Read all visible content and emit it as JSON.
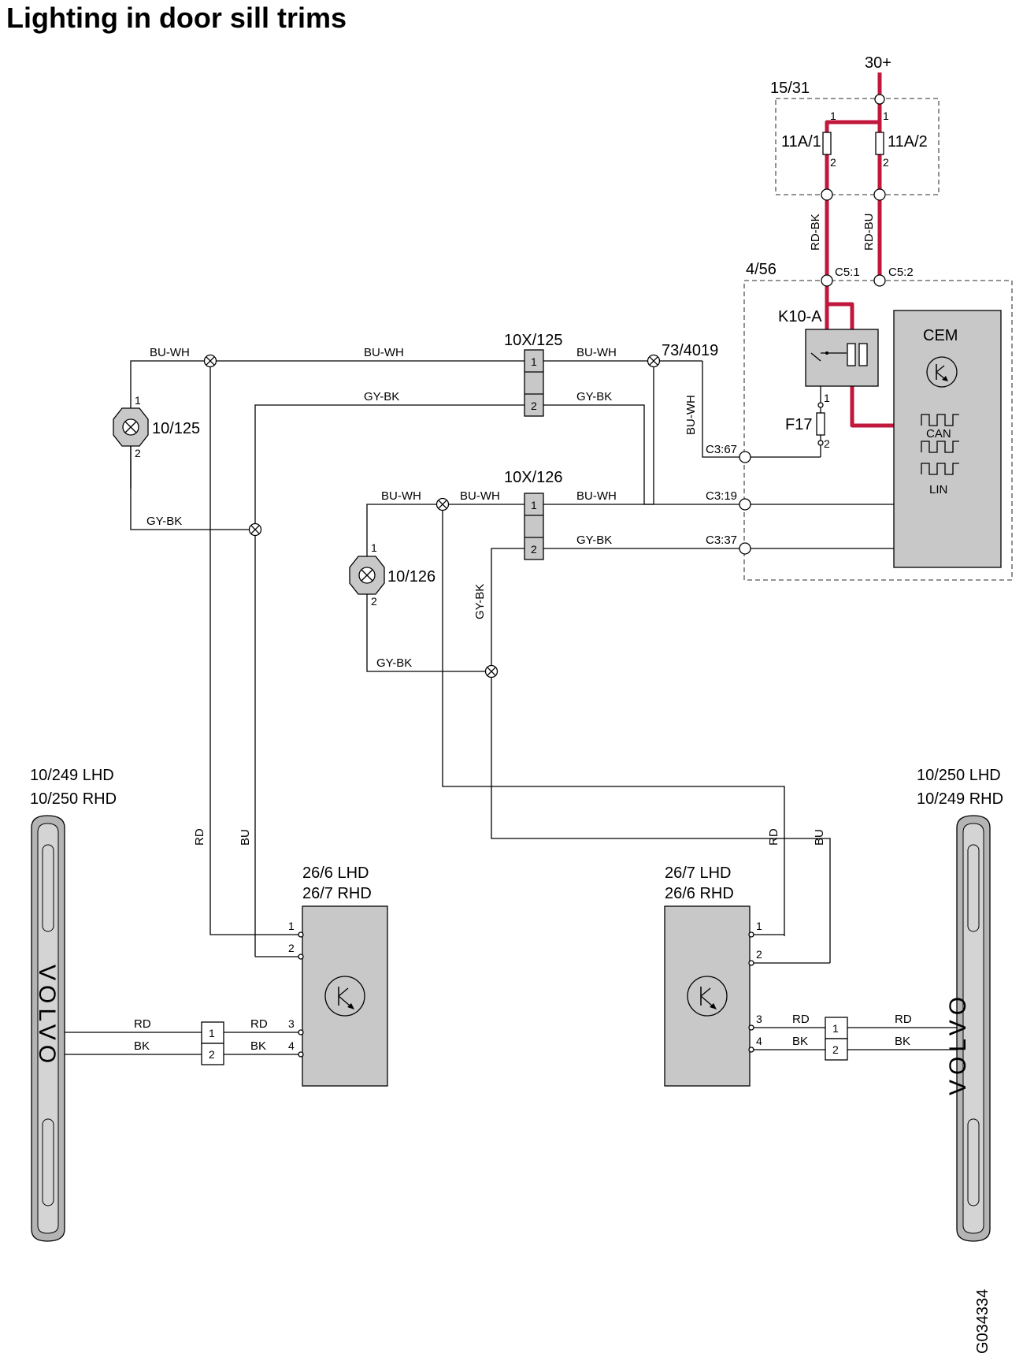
{
  "title": "Lighting in door sill trims",
  "figure_id": "G034334",
  "supply": "30+",
  "fuse_box": {
    "id": "15/31",
    "fuse1": "11A/1",
    "fuse2": "11A/2",
    "pin1": "1",
    "pin2": "2"
  },
  "power_wires": [
    "RD-BK",
    "RD-BU"
  ],
  "cem_box": {
    "id": "4/56",
    "connectors": {
      "c5_1": "C5:1",
      "c5_2": "C5:2",
      "c3_67": "C3:67",
      "c3_19": "C3:19",
      "c3_37": "C3:37"
    },
    "relay": "K10-A",
    "fuse": "F17",
    "module": "CEM",
    "bus": [
      "CAN",
      "LIN"
    ]
  },
  "connectors": {
    "x125": "10X/125",
    "x126": "10X/126",
    "junction": "73/4019"
  },
  "lamps": {
    "l125": "10/125",
    "l126": "10/126"
  },
  "wire_colors": {
    "bu_wh": "BU-WH",
    "gy_bk": "GY-BK",
    "rd": "RD",
    "bu": "BU",
    "bk": "BK"
  },
  "left_module": {
    "line1": "26/6 LHD",
    "line2": "26/7 RHD"
  },
  "right_module": {
    "line1": "26/7 LHD",
    "line2": "26/6 RHD"
  },
  "left_trim": {
    "line1": "10/249 LHD",
    "line2": "10/250 RHD",
    "brand": "VOLVO"
  },
  "right_trim": {
    "line1": "10/250 LHD",
    "line2": "10/249 RHD",
    "brand": "VOLVO"
  },
  "pins": [
    "1",
    "2",
    "3",
    "4"
  ],
  "colors": {
    "power": "#c0183c",
    "component": "#c8c8c8",
    "trim": "#b0b0b0"
  }
}
